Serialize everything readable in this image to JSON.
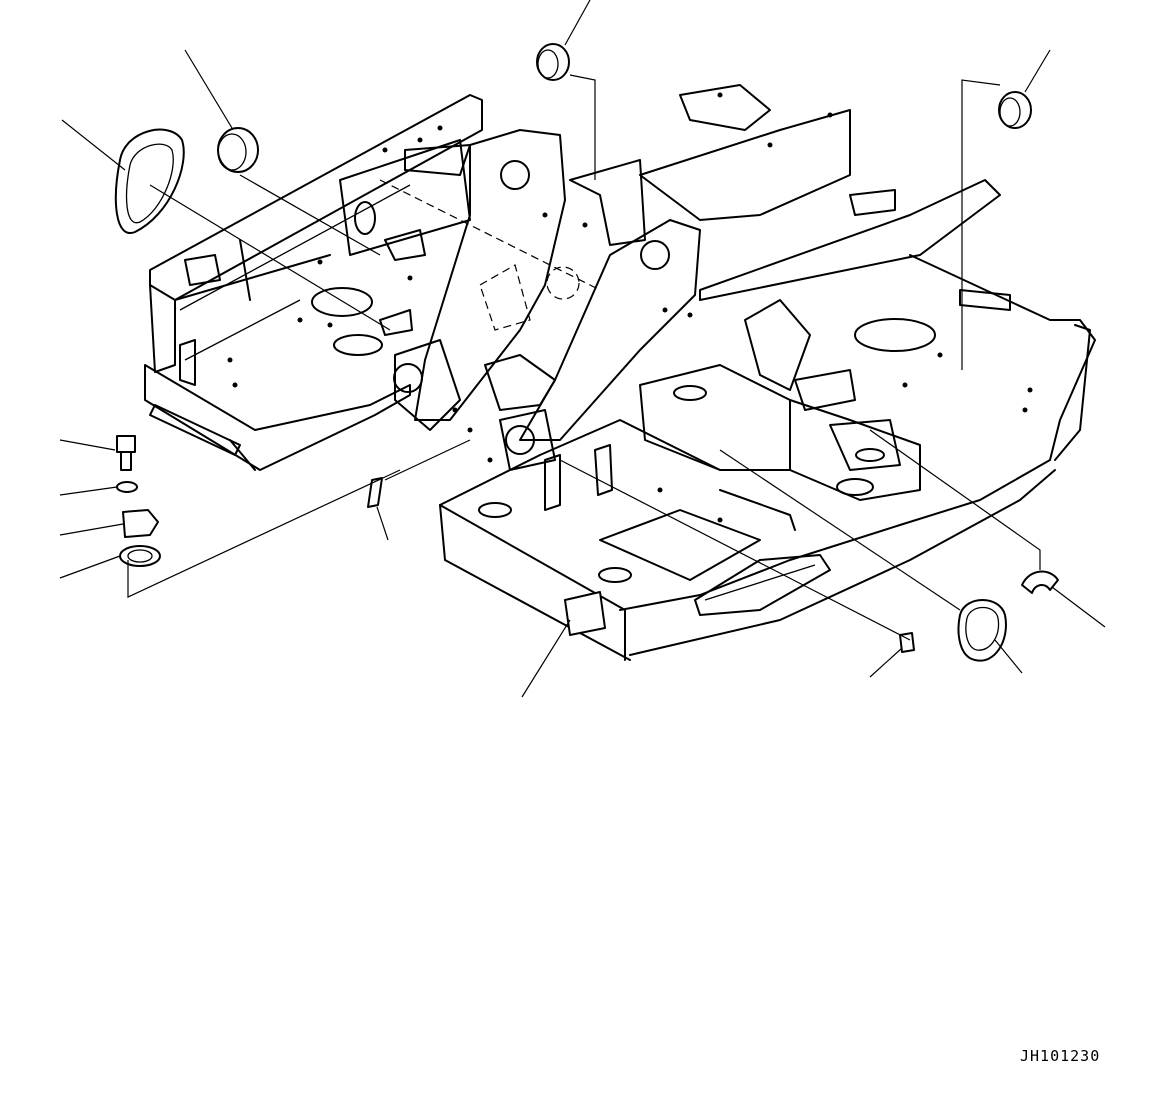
{
  "drawing": {
    "code": "JH101230",
    "subject": "frame",
    "callout_parts": [
      "oval-grommet-left",
      "grommet-top-left",
      "grommet-top-center",
      "grommet-top-right",
      "bolt",
      "washer",
      "cover-plate",
      "gasket",
      "clip-center",
      "handle-grip",
      "clip-right",
      "oval-grommet-right",
      "half-cap-right"
    ]
  }
}
